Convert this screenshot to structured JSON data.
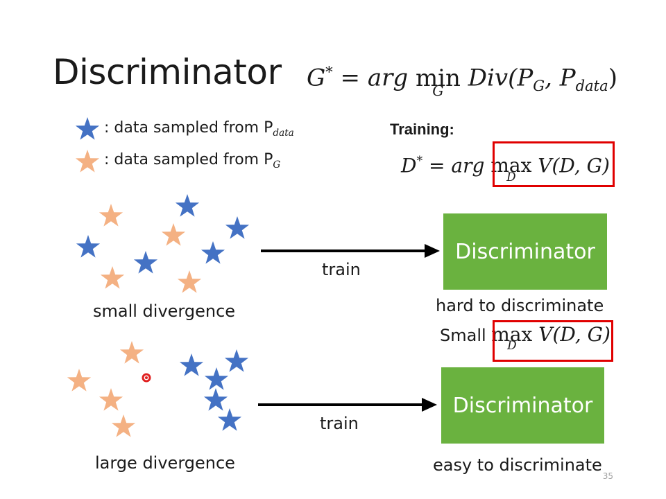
{
  "title": "Discriminator",
  "top_formula": {
    "lhs": "G",
    "lhs_sup": "*",
    "eq": "= arg",
    "op": "min",
    "op_sub": "G",
    "func": "Div",
    "arg_open": "(P",
    "p1_sub": "G",
    "comma": ", P",
    "p2_sub": "data",
    "close": ")"
  },
  "legend": [
    {
      "text": ": data sampled from P",
      "sub": "data",
      "color": "#4472c4"
    },
    {
      "text": ": data sampled from P",
      "sub": "G",
      "color": "#f4b183"
    }
  ],
  "training": {
    "label": "Training:",
    "lhs": "D",
    "lhs_sup": "*",
    "eq": "= arg",
    "op": "max",
    "op_sub": "D",
    "expr": "V(D, G)"
  },
  "row1": {
    "caption": "small divergence",
    "arrow_label": "train",
    "box_label": "Discriminator",
    "result": "hard to discriminate",
    "small_prefix": "Small",
    "op": "max",
    "op_sub": "D",
    "expr": "V(D, G)"
  },
  "row2": {
    "caption": "large divergence",
    "arrow_label": "train",
    "box_label": "Discriminator",
    "result": "easy to discriminate"
  },
  "slide_number": "35",
  "colors": {
    "blue_star": "#4472c4",
    "orange_star": "#f4b183",
    "green_box": "#6ab23f",
    "highlight": "#e00000"
  }
}
